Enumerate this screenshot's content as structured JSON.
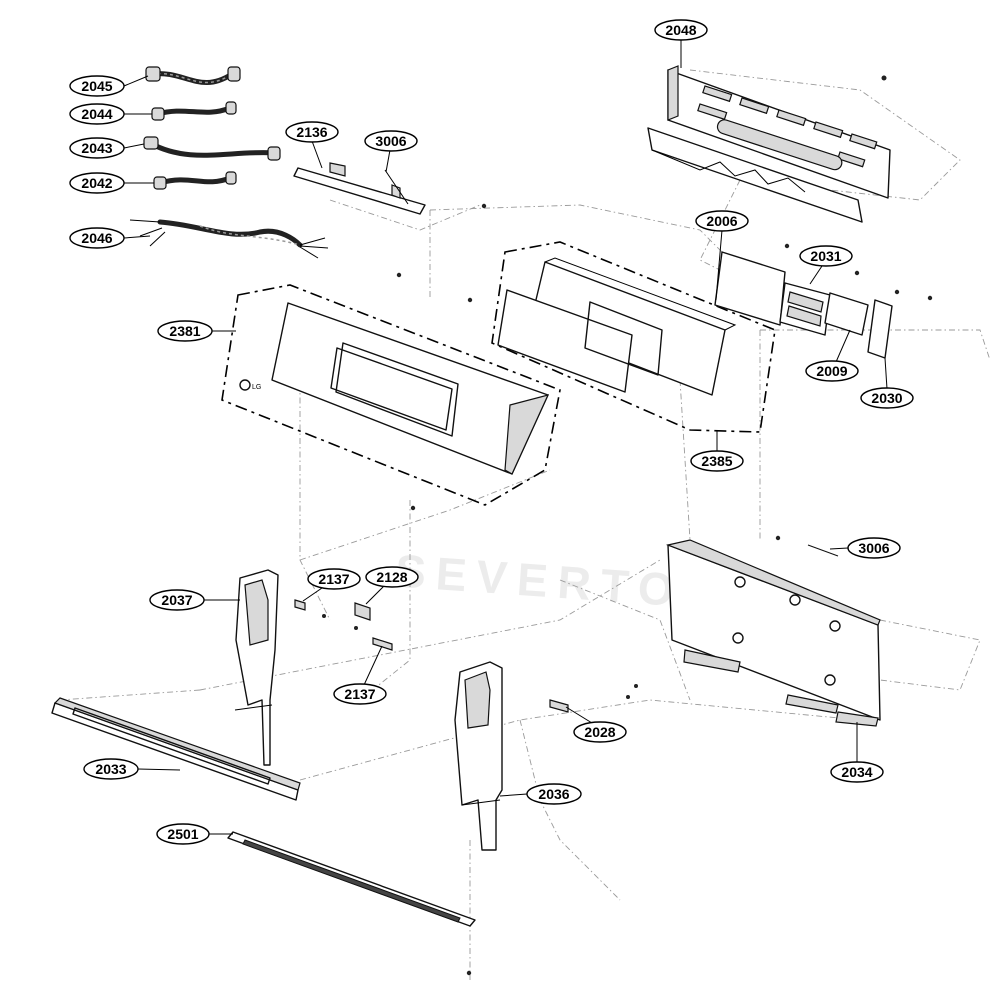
{
  "diagram": {
    "watermark_text": "SEVERTOPS",
    "callouts": [
      {
        "id": "2048",
        "label": "2048"
      },
      {
        "id": "2045",
        "label": "2045"
      },
      {
        "id": "2044",
        "label": "2044"
      },
      {
        "id": "2043",
        "label": "2043"
      },
      {
        "id": "2042",
        "label": "2042"
      },
      {
        "id": "2046",
        "label": "2046"
      },
      {
        "id": "2136",
        "label": "2136"
      },
      {
        "id": "3006a",
        "label": "3006"
      },
      {
        "id": "2006",
        "label": "2006"
      },
      {
        "id": "2031",
        "label": "2031"
      },
      {
        "id": "2381",
        "label": "2381"
      },
      {
        "id": "2009",
        "label": "2009"
      },
      {
        "id": "2030",
        "label": "2030"
      },
      {
        "id": "2385",
        "label": "2385"
      },
      {
        "id": "3006b",
        "label": "3006"
      },
      {
        "id": "2037",
        "label": "2037"
      },
      {
        "id": "2137a",
        "label": "2137"
      },
      {
        "id": "2128",
        "label": "2128"
      },
      {
        "id": "2137b",
        "label": "2137"
      },
      {
        "id": "2028",
        "label": "2028"
      },
      {
        "id": "2034",
        "label": "2034"
      },
      {
        "id": "2033",
        "label": "2033"
      },
      {
        "id": "2036",
        "label": "2036"
      },
      {
        "id": "2501",
        "label": "2501"
      }
    ],
    "logo_text": "LG"
  }
}
